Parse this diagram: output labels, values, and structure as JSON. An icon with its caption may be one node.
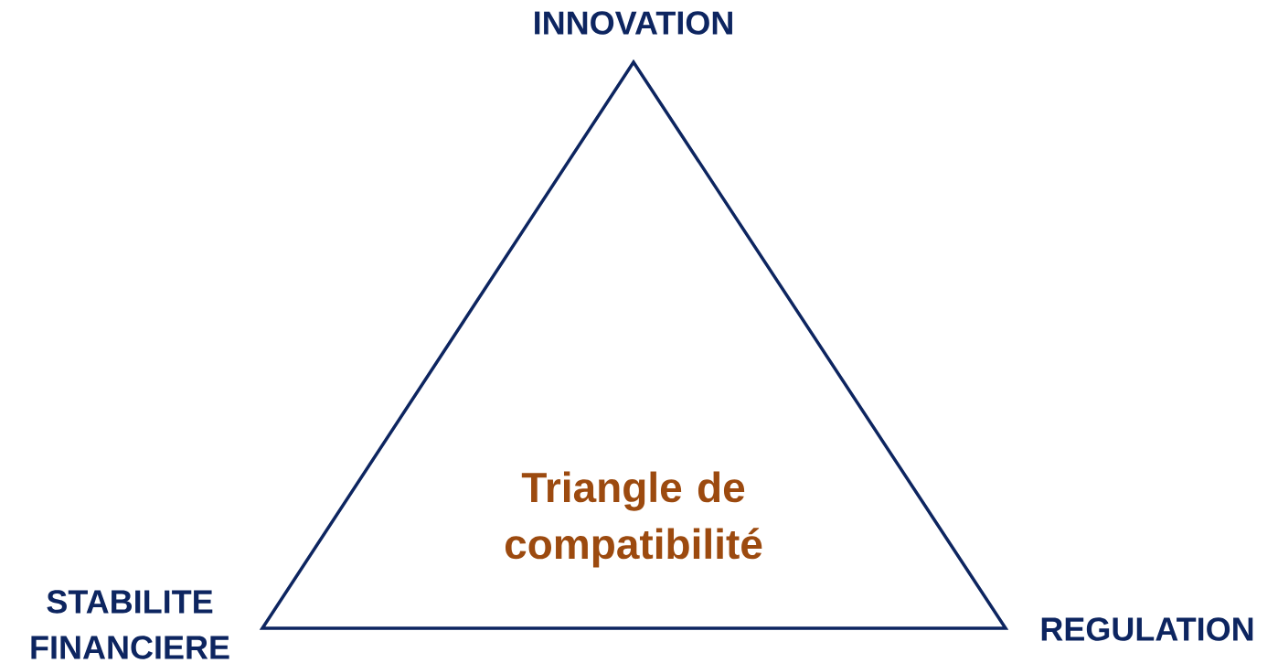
{
  "diagram": {
    "nodes": [
      {
        "text": [
          "Triangle de compatibilité"
        ]
      }
    ],
    "labels": [
      "INNOVATION",
      "STABILITE FINANCIERE",
      "REGULATION"
    ]
  }
}
